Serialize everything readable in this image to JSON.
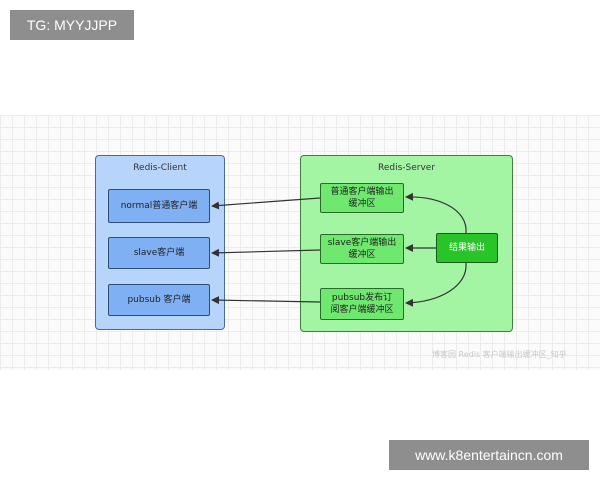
{
  "tg_label": "TG: MYYJJPP",
  "site_label": "www.k8entertaincn.com",
  "diagram": {
    "client_title": "Redis-Client",
    "server_title": "Redis-Server",
    "client_boxes": [
      "normal普通客户端",
      "slave客户端",
      "pubsub 客户端"
    ],
    "server_boxes": [
      [
        "普通客户端输出",
        "缓冲区"
      ],
      [
        "slave客户端输出",
        "缓冲区"
      ],
      [
        "pubsub发布订",
        "阅客户端缓冲区"
      ]
    ],
    "result_box": "结果输出"
  },
  "watermark": "博客园 Redis 客户端输出缓冲区_知乎"
}
